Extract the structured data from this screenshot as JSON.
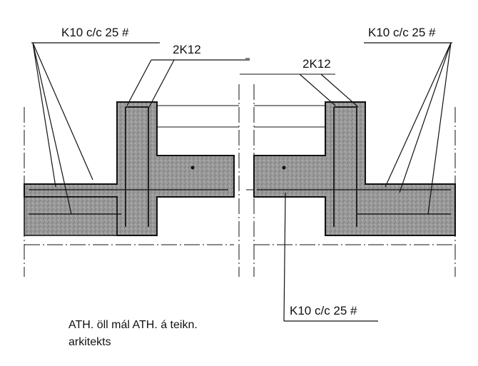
{
  "labels": {
    "rebar_top_left": "K10 c/c 25 #",
    "rebar_top_right": "K10 c/c 25 #",
    "bars_left": "2K12",
    "bars_right": "2K12",
    "rebar_bottom": "K10 c/c 25 #"
  },
  "note": {
    "line1": "ATH. öll mál ATH. á teikn.",
    "line2": "arkitekts"
  },
  "colors": {
    "concrete": "#9a9a9a",
    "concrete_dark": "#6f6f6f",
    "line": "#111111",
    "paper": "#ffffff"
  }
}
